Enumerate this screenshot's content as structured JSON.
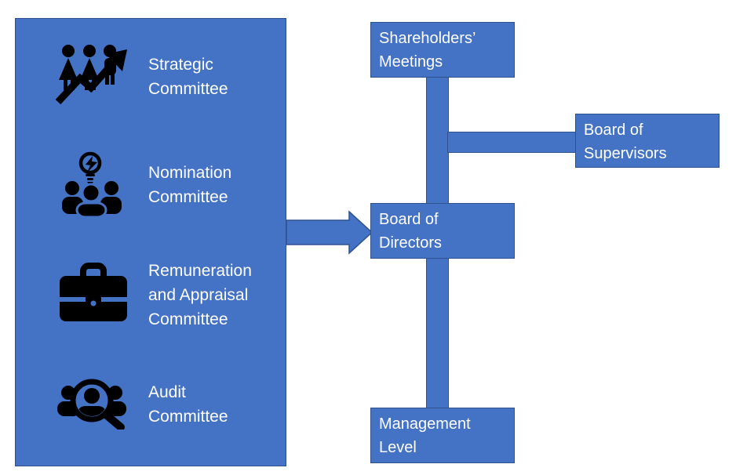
{
  "title": "Corporate governance structure diagram",
  "colors": {
    "shape_fill": "#4472C4",
    "shape_border": "#2F528F",
    "icon_color": "#000000",
    "text_color": "#FFFFFF",
    "canvas_background": "#FFFFFF"
  },
  "committees_panel": {
    "items": [
      {
        "icon": "people-growth-arrow-icon",
        "label": "Strategic\nCommittee"
      },
      {
        "icon": "people-idea-bulb-icon",
        "label": "Nomination\nCommittee"
      },
      {
        "icon": "briefcase-icon",
        "label": "Remuneration\nand Appraisal\nCommittee"
      },
      {
        "icon": "people-magnifier-icon",
        "label": "Audit\nCommittee"
      }
    ]
  },
  "org_chart": {
    "nodes": [
      {
        "id": "shareholders",
        "label": "Shareholders’\nMeetings"
      },
      {
        "id": "supervisors",
        "label": "Board of\nSupervisors"
      },
      {
        "id": "directors",
        "label": "Board of\nDirectors"
      },
      {
        "id": "management",
        "label": "Management\nLevel"
      }
    ],
    "edges": [
      {
        "from": "Shareholders’ Meetings",
        "to": "Board of Directors",
        "style": "thick-line"
      },
      {
        "from": "Shareholders’ Meetings",
        "to": "Board of Supervisors",
        "style": "thick-line"
      },
      {
        "from": "Board of Directors",
        "to": "Management Level",
        "style": "thick-line"
      },
      {
        "from": "Committees panel",
        "to": "Board of Directors",
        "style": "block-arrow"
      }
    ]
  }
}
